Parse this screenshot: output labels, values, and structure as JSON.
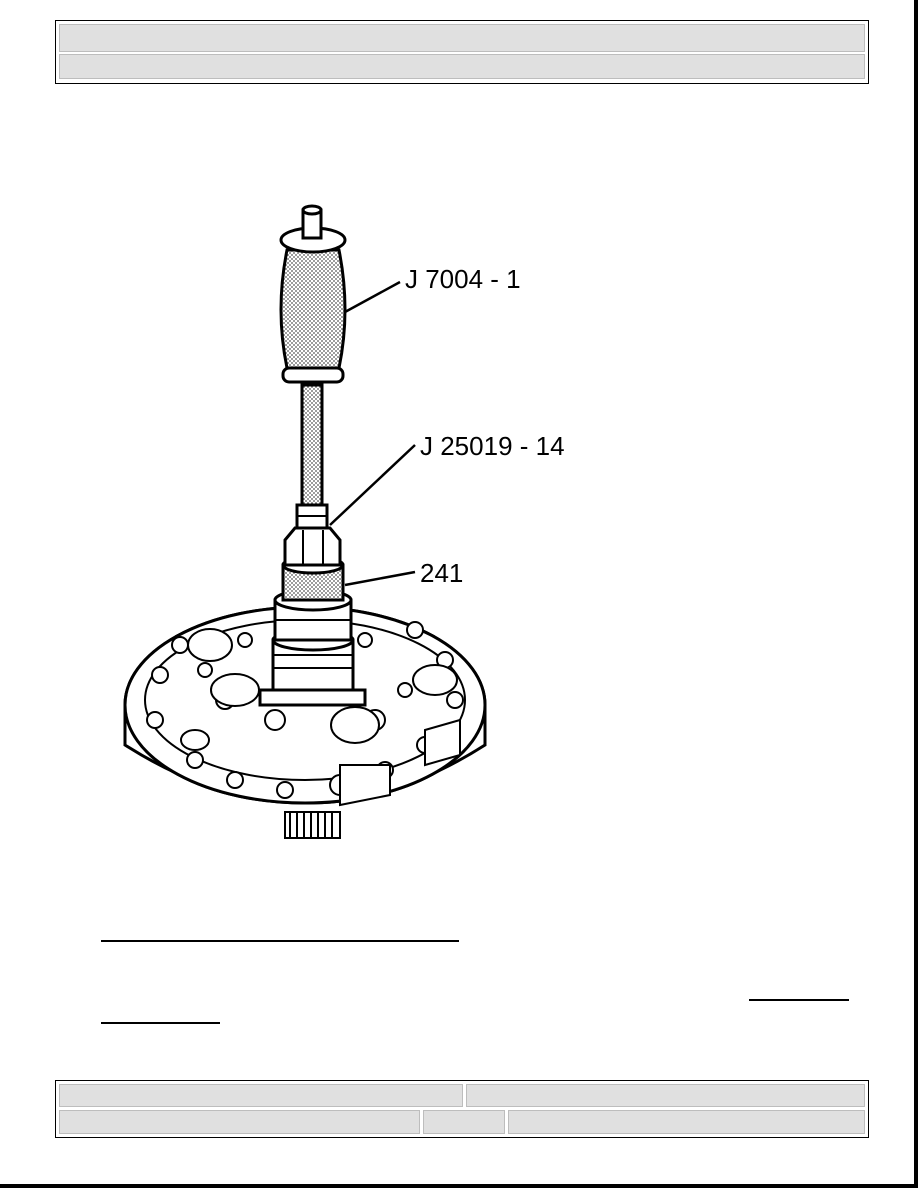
{
  "header": {
    "row1": "",
    "row2": ""
  },
  "figure": {
    "callouts": [
      "J 7004 - 1",
      "J 25019 - 14",
      "241"
    ]
  },
  "links": {
    "link_a": "",
    "link_b": "",
    "link_c": ""
  },
  "footer": {
    "cell1": "",
    "cell2": "",
    "cell3": "",
    "cell4": "",
    "cell5": ""
  }
}
